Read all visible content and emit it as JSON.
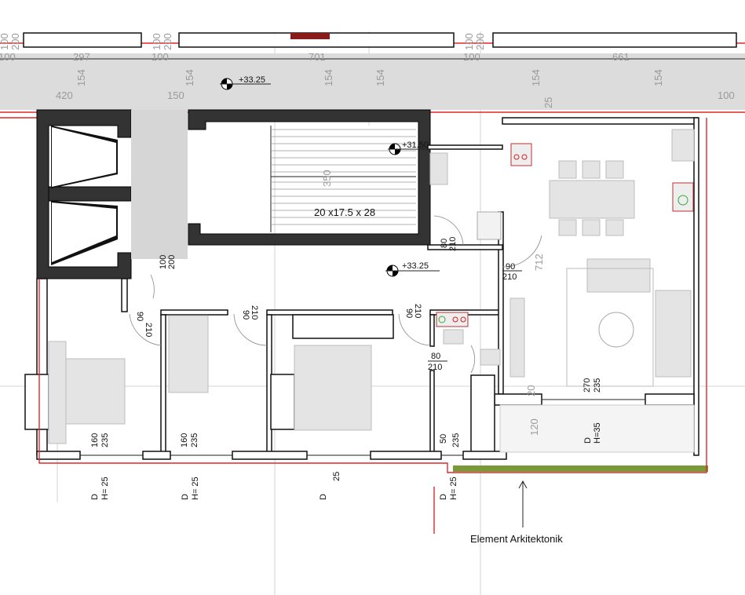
{
  "plan": {
    "top_dimensions": [
      "100",
      "297",
      "100",
      "701",
      "100",
      "661"
    ],
    "opening_top": [
      "100",
      "200",
      "100",
      "200",
      "100",
      "200"
    ],
    "vertical_154": [
      "154",
      "154",
      "154",
      "154",
      "154",
      "154"
    ],
    "elevation_top": "+33.25",
    "dim_420": "420",
    "dim_150": "150",
    "dim_100_right": "100",
    "dim_25": "25",
    "elevation_stair": "+31.50",
    "stair_length": "350",
    "stair_spec": "20 x17.5  x 28",
    "door_bath_top": [
      "80",
      "210"
    ],
    "elevation_hall": "+33.25",
    "door_entry": [
      "100",
      "200"
    ],
    "door_living": [
      "90",
      "210"
    ],
    "dim_712": "712",
    "door_room1": [
      "210",
      "90"
    ],
    "door_room2": [
      "210",
      "90"
    ],
    "door_room3": [
      "210",
      "90"
    ],
    "door_bath2": [
      "80",
      "210"
    ],
    "window_room1": [
      "160",
      "235"
    ],
    "window_room2": [
      "160",
      "235"
    ],
    "window_bath": [
      "50",
      "235"
    ],
    "window_living": [
      "270",
      "235"
    ],
    "balcony_depth": "120",
    "balcony_label": [
      "D",
      "H=35"
    ],
    "dim_20": "20",
    "sill1": [
      "D",
      "H= 25"
    ],
    "sill2": [
      "D",
      "H= 25"
    ],
    "sill3": [
      "D",
      "25"
    ],
    "sill4": [
      "D",
      "H= 25"
    ],
    "annotation": "Element Arkitektonik"
  },
  "colors": {
    "wall": "#333333",
    "outline": "#e0282a",
    "green_element": "#7a9a3a",
    "corridor": "#dcdcdc"
  }
}
